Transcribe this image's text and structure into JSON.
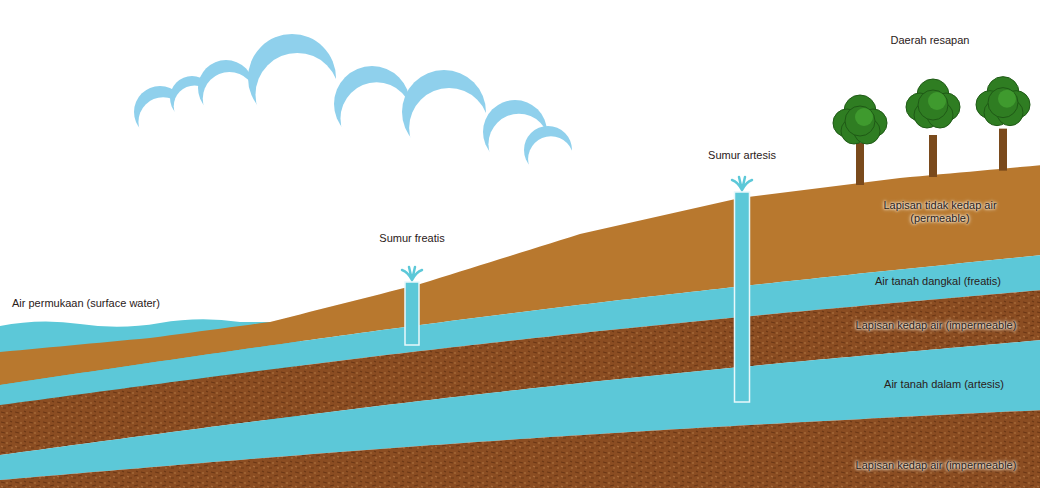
{
  "diagram": {
    "labels": [
      "Daerah resapan",
      "Sumur artesis",
      "Sumur freatis",
      "Air permukaan (surface water)",
      "Lapisan tidak kedap air (permeable)",
      "Air tanah dangkal (freatis)",
      "Lapisan kedap air (impermeable)",
      "Air tanah dalam (artesis)",
      "Lapisan kedap air (impermeable)"
    ]
  }
}
